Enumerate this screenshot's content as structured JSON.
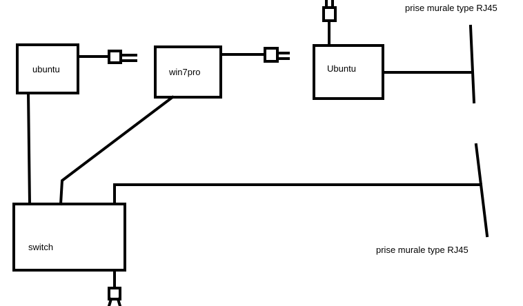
{
  "nodes": {
    "ubuntu_left": {
      "label": "ubuntu"
    },
    "win7pro": {
      "label": "win7pro"
    },
    "ubuntu_right": {
      "label": "Ubuntu"
    },
    "switch": {
      "label": "switch"
    }
  },
  "wall_outlets": {
    "top": {
      "label": "prise murale type RJ45"
    },
    "bottom": {
      "label": "prise murale type RJ45"
    }
  },
  "colors": {
    "stroke": "#000000",
    "background": "#ffffff"
  }
}
